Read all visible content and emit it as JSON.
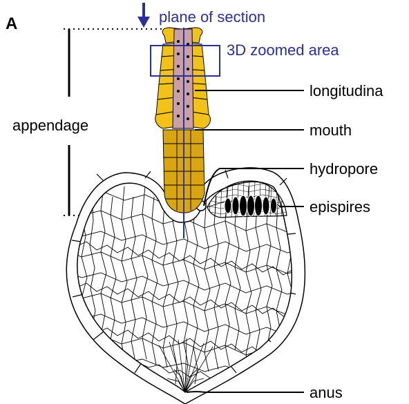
{
  "figure": {
    "panel_letter": "A",
    "labels": {
      "plane_of_section": "plane of section",
      "zoomed_area": "3D zoomed area",
      "appendage": "appendage",
      "longitudinal": "longitudina",
      "mouth": "mouth",
      "hydropore": "hydropore",
      "epispires": "epispires",
      "anus": "anus"
    },
    "colors": {
      "annotation_blue": "#2b2f99",
      "appendage_upper": "#f2c218",
      "appendage_lower": "#d9a510",
      "mouth_groove": "#caa0a6",
      "outline": "#000000"
    }
  }
}
